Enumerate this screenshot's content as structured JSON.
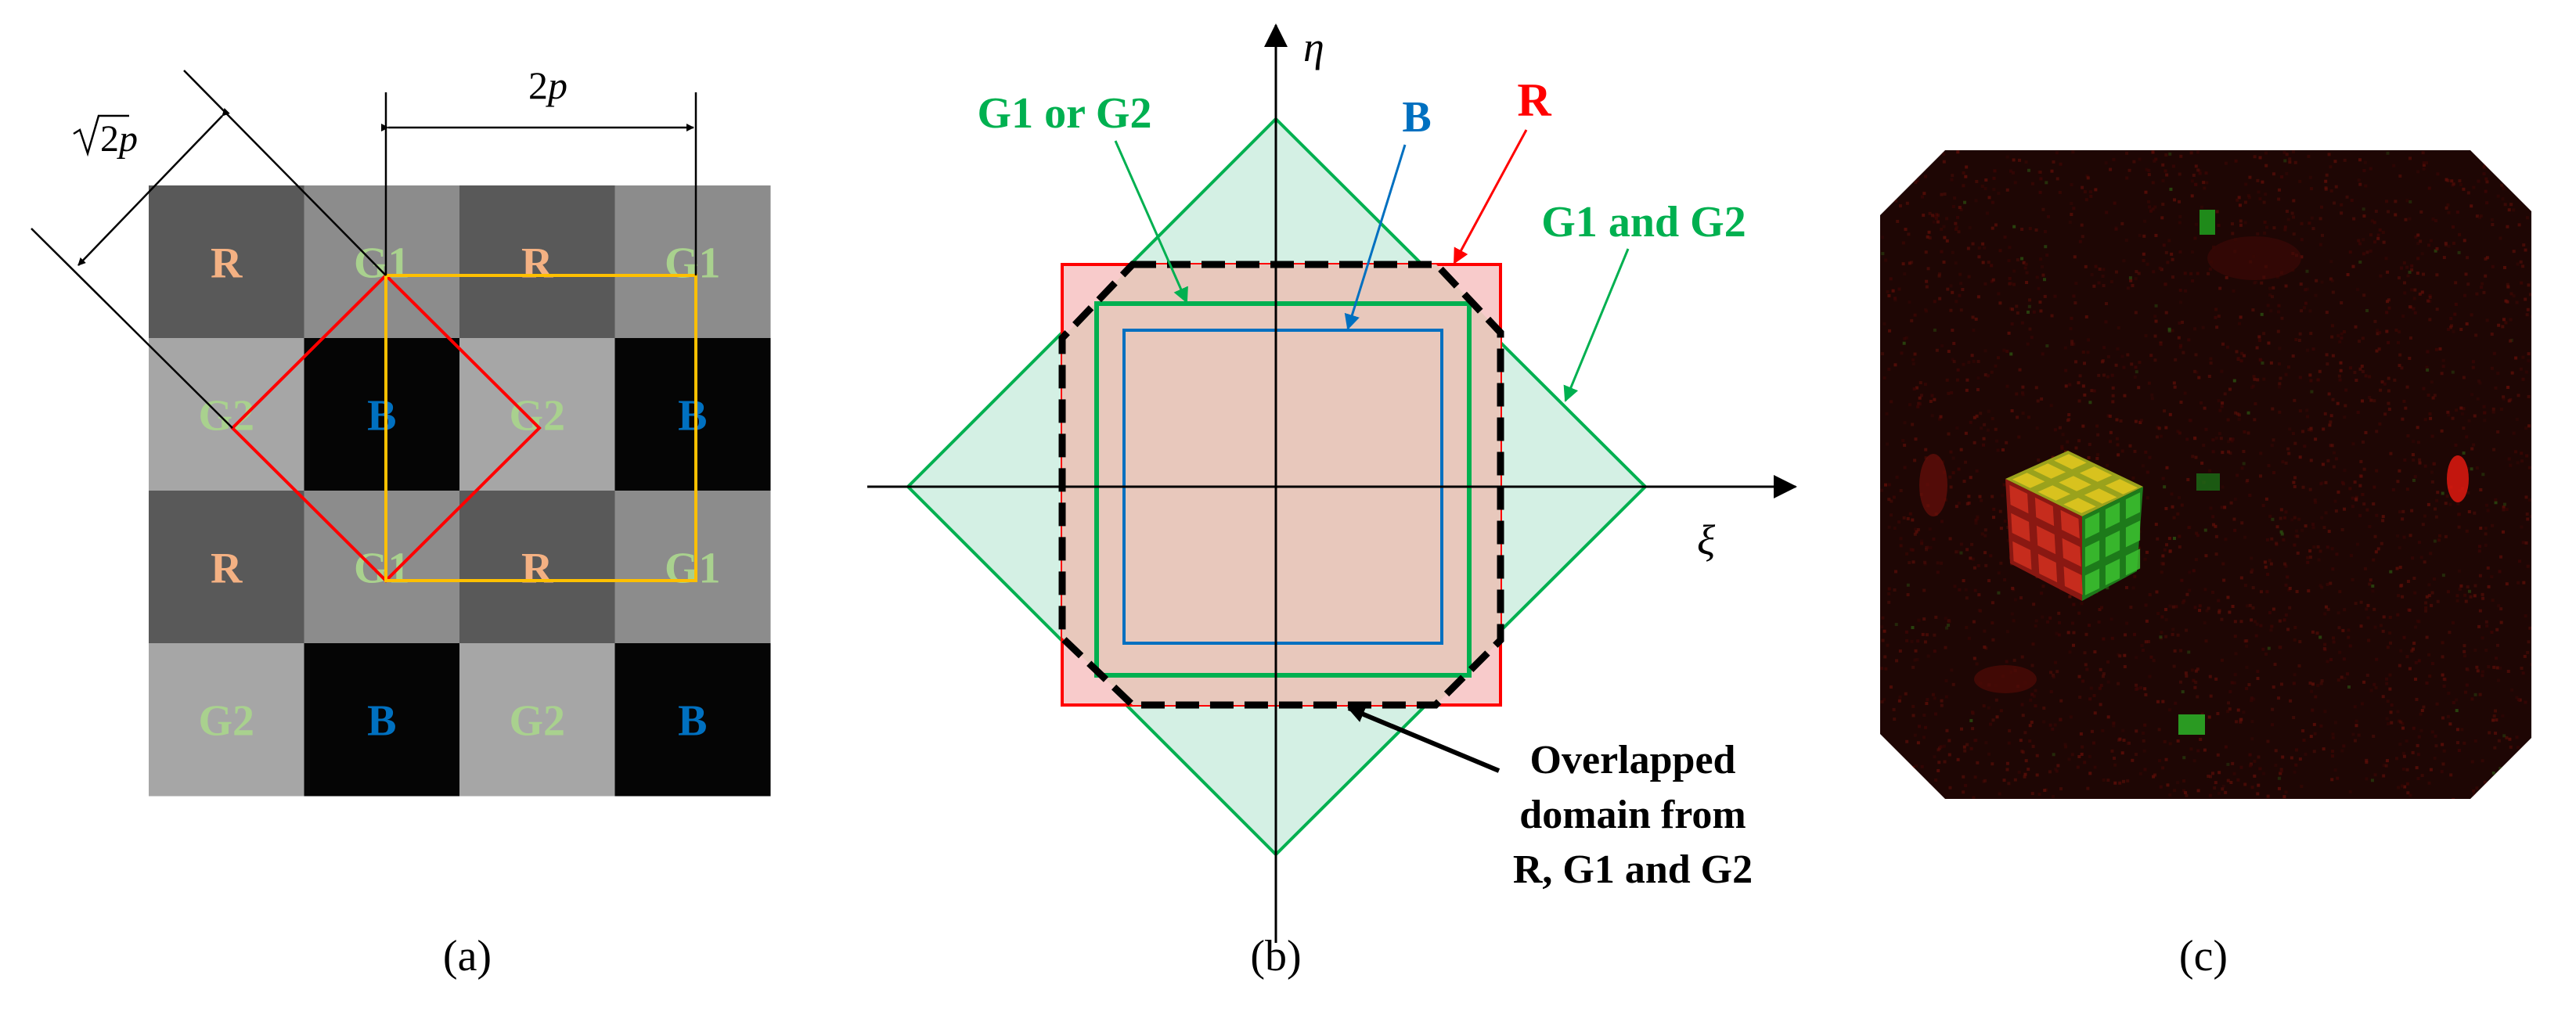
{
  "panel_a": {
    "caption": "(a)",
    "dim_horizontal": "2p",
    "dim_horizontal_prefix": "2",
    "dim_horizontal_var": "p",
    "dim_diagonal_prefix": "2",
    "dim_diagonal_var": "p",
    "grid": [
      [
        "R",
        "G1",
        "R",
        "G1"
      ],
      [
        "G2",
        "B",
        "G2",
        "B"
      ],
      [
        "R",
        "G1",
        "R",
        "G1"
      ],
      [
        "G2",
        "B",
        "G2",
        "B"
      ]
    ],
    "cell_fill": {
      "R": "#595959",
      "G1": "#8c8c8c",
      "G2": "#a6a6a6",
      "B": "#050505"
    },
    "label_color": {
      "R": "#f4b183",
      "G1": "#a9d18e",
      "G2": "#a9d18e",
      "B": "#0070c0"
    },
    "red_square_color": "#ff0000",
    "yellow_square_color": "#ffc000"
  },
  "panel_b": {
    "caption": "(b)",
    "axis_x_label": "ξ",
    "axis_y_label": "η",
    "labels": {
      "g1_or_g2": "G1 or G2",
      "b": "B",
      "r": "R",
      "g1_and_g2": "G1 and G2",
      "overlap_line1": "Overlapped",
      "overlap_line2": "domain from",
      "overlap_line3": "R, G1 and G2"
    },
    "colors": {
      "red": "#ff0000",
      "green": "#00b050",
      "blue": "#0070c0",
      "red_fill": "#f8cbcb",
      "green_fill": "#d4f0e4",
      "overlap_fill": "#e8c8bc",
      "black": "#000000"
    }
  },
  "panel_c": {
    "caption": "(c)",
    "background": "#1e0604"
  }
}
